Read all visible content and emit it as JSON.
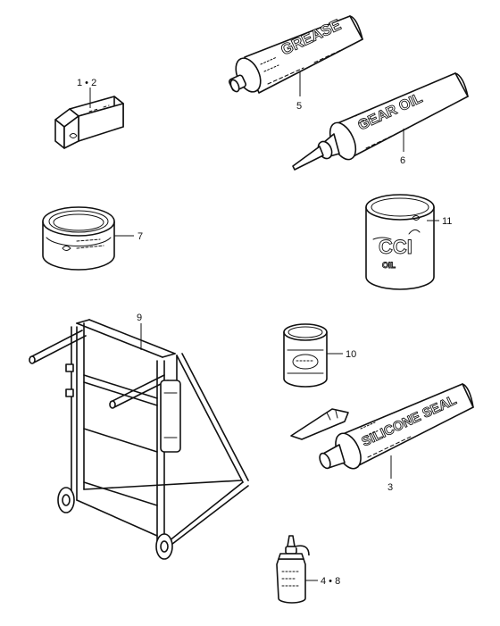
{
  "callouts": {
    "c1_2": "1 • 2",
    "c5": "5",
    "c6": "6",
    "c7": "7",
    "c11": "11",
    "c9": "9",
    "c10": "10",
    "c3": "3",
    "c4_8": "4 • 8"
  },
  "product_labels": {
    "grease": "GREASE",
    "gear_oil": "GEAR OIL",
    "silicone": "SILICONE SEAL",
    "cci": "CCI",
    "oil": "OIL"
  }
}
